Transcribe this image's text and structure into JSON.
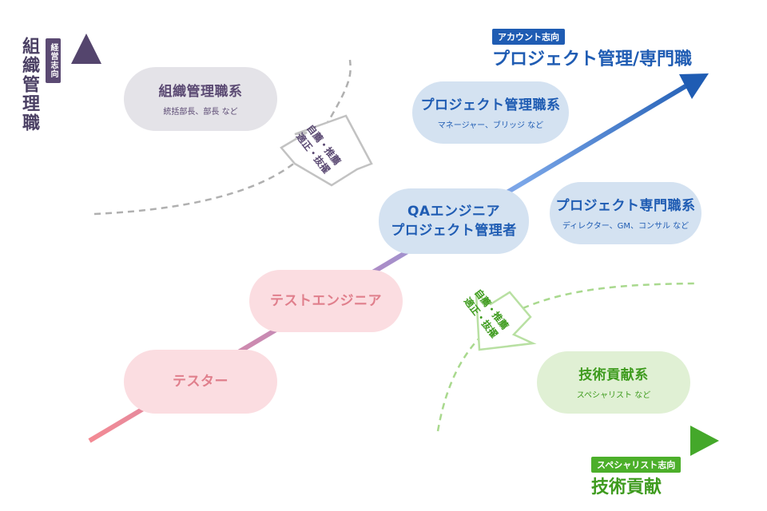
{
  "y_axis": {
    "tag": "経営志向",
    "label": "組織管理職",
    "tag_color": "#5b4a73",
    "text_color": "#4a3f63"
  },
  "x_axis": {
    "tag": "スペシャリスト志向",
    "label": "技術貢献",
    "tag_color": "#4caf2a",
    "text_color": "#3e9b1e"
  },
  "diagonal": {
    "tag": "アカウント志向",
    "label": "プロジェクト管理/専門職",
    "tag_color": "#1f5cb3",
    "text_color": "#1f5cb3"
  },
  "nodes": {
    "org_mgmt": {
      "title": "組織管理職系",
      "sub": "統括部長、部長 など"
    },
    "pm_role": {
      "title": "プロジェクト管理職系",
      "sub": "マネージャー、ブリッジ など"
    },
    "qa_pm": {
      "title_line1": "QAエンジニア",
      "title_line2": "プロジェクト管理者"
    },
    "pro_role": {
      "title": "プロジェクト専門職系",
      "sub": "ディレクター、GM、コンサル など"
    },
    "test_engineer": {
      "title": "テストエンジニア"
    },
    "tester": {
      "title": "テスター"
    },
    "tech_contrib": {
      "title": "技術貢献系",
      "sub": "スペシャリスト など"
    }
  },
  "transition_up": {
    "line1": "自薦・推薦",
    "line2": "適正・抜擢"
  },
  "transition_down": {
    "line1": "自薦・推薦",
    "line2": "適正・抜擢"
  },
  "colors": {
    "purple": "#5b4a73",
    "green": "#4caf2a",
    "blue": "#1f5cb3",
    "pink_fill": "#fbdde1",
    "pink_text": "#e07f8c",
    "grey_fill": "#e4e3e8",
    "blue_fill": "#d4e2f1",
    "green_fill": "#e0f0d4"
  }
}
